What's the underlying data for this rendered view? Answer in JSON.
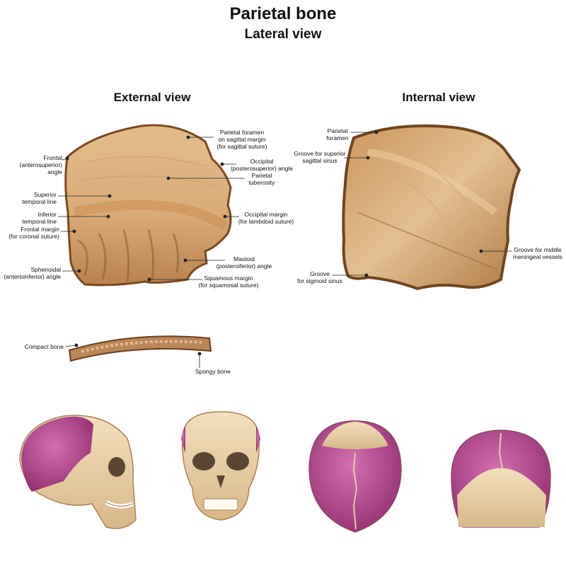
{
  "title": "Parietal bone",
  "subtitle": "Lateral view",
  "external_view": {
    "heading": "External view",
    "labels": {
      "frontal_angle": "Frontal\n(anterosuperior) angle",
      "parietal_foramen": "Parietal foramen\non sagittal margin\n(for sagittal suture)",
      "occipital_angle": "Occipital\n(posterosuperior) angle",
      "parietal_tuberosity": "Parietal\ntuberosity",
      "superior_temporal_line": "Superior\ntemporal line",
      "inferior_temporal_line": "Inferior\ntemporal line",
      "occipital_margin": "Occipital margin\n(for lambdoid suture)",
      "frontal_margin": "Frontal margin\n(for coronal suture)",
      "mastoid_angle": "Mastoid\n(posteroiferior) angle",
      "sphenoidal_angle": "Sphenoidal\n(anterioinferior) angle",
      "squamous_margin": "Squamous margin\n(for squamosal suture)"
    }
  },
  "internal_view": {
    "heading": "Internal view",
    "labels": {
      "parietal_foramen": "Parietal\nforamen",
      "groove_sagittal": "Groove for superior\nsagittal sinus",
      "groove_meningeal": "Groove for middle\nmeningeal vessels",
      "groove_sigmoid": "Groove\nfor sigmoid sinus"
    }
  },
  "cross_section": {
    "compact_bone": "Compact bone",
    "spongy_bone": "Spongy bone"
  },
  "colors": {
    "bone_light": "#e0b888",
    "bone_mid": "#c99862",
    "bone_dark": "#8a5a30",
    "parietal_highlight": "#a0357a",
    "skull": "#ecd3a8"
  }
}
